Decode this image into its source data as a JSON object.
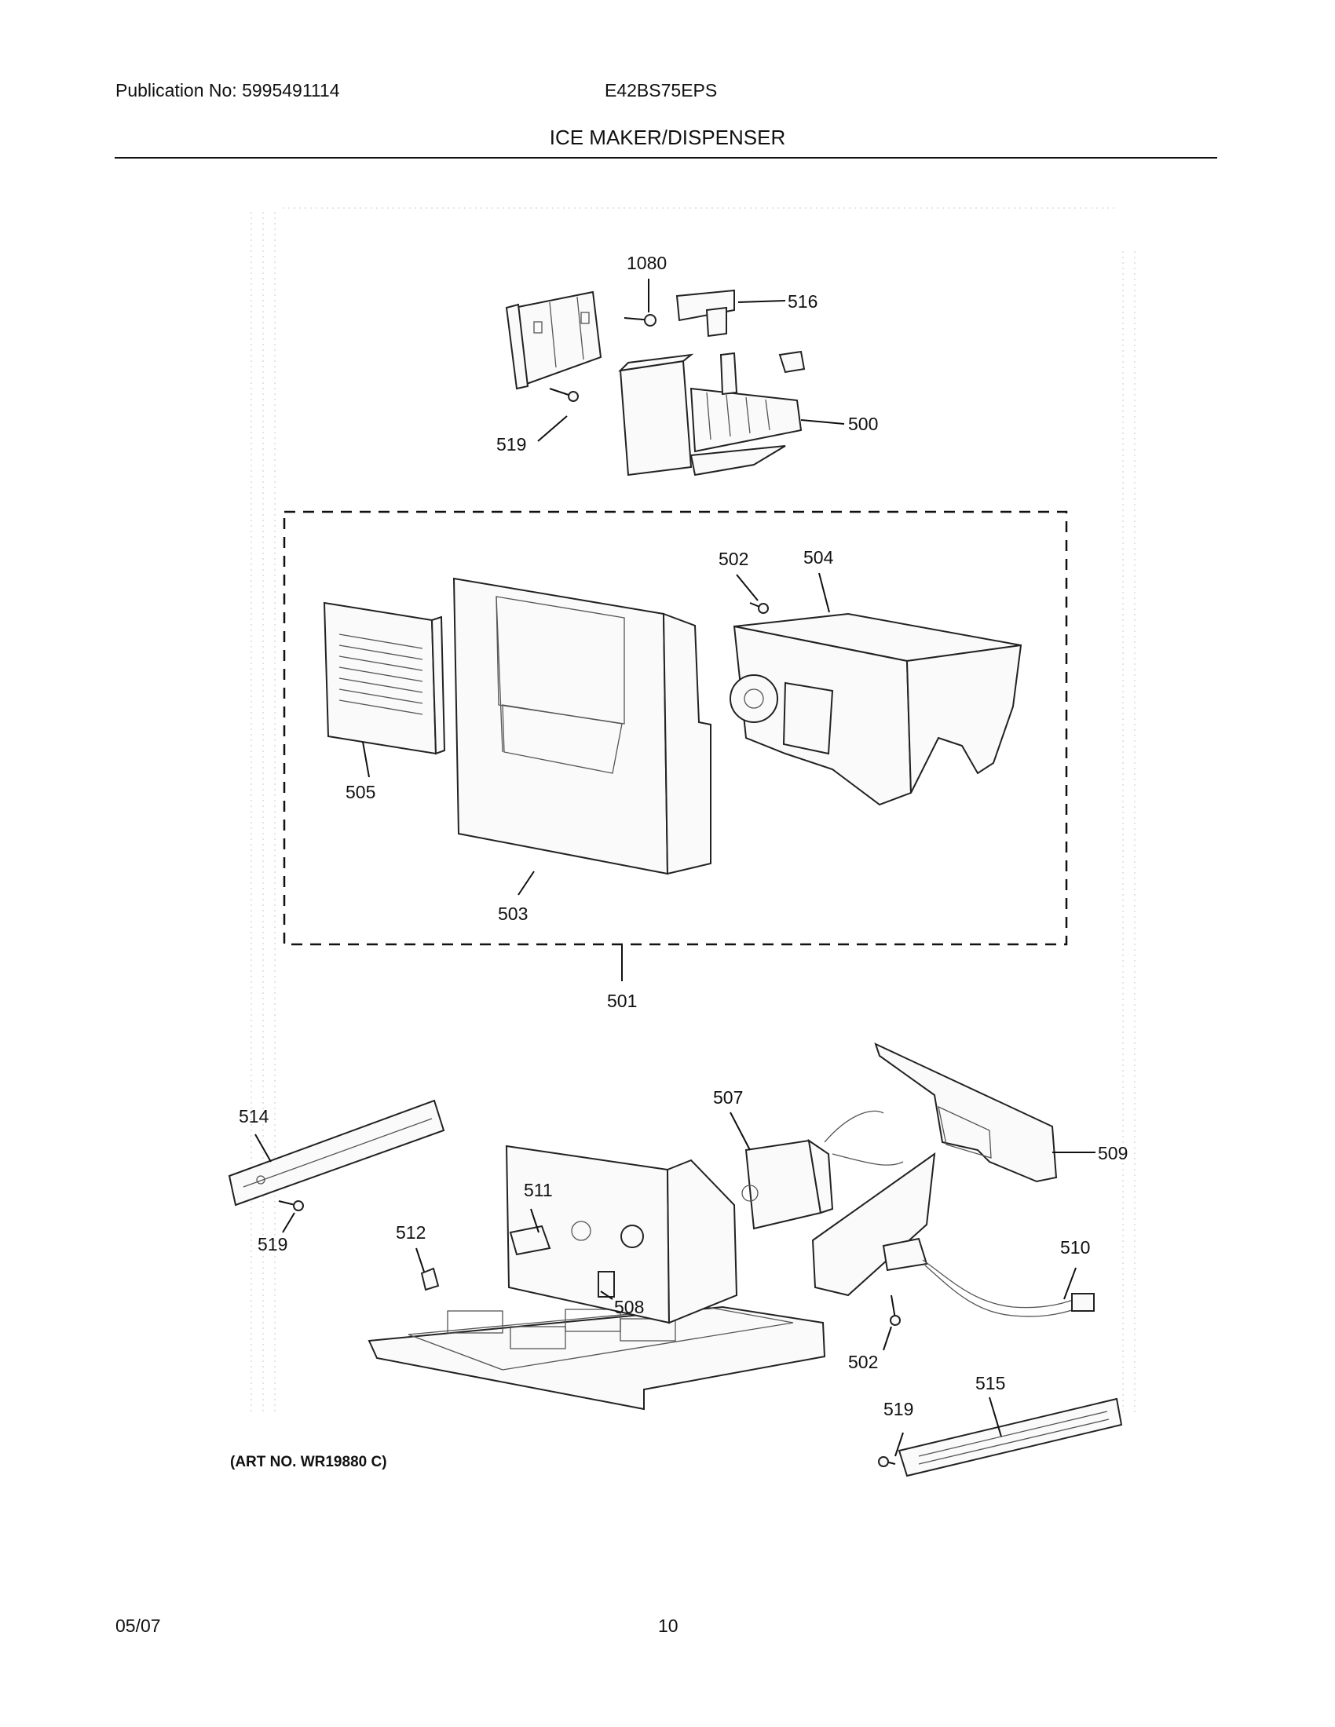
{
  "header": {
    "publication": "Publication No: 5995491114",
    "model": "E42BS75EPS",
    "section_title": "ICE MAKER/DISPENSER"
  },
  "diagram": {
    "callouts": [
      "1080",
      "516",
      "519",
      "500",
      "502",
      "504",
      "505",
      "503",
      "501",
      "514",
      "507",
      "509",
      "511",
      "512",
      "510",
      "508",
      "502",
      "519",
      "515",
      "519"
    ]
  },
  "art_no": "(ART NO. WR19880 C)",
  "footer": {
    "date": "05/07",
    "page": "10"
  }
}
